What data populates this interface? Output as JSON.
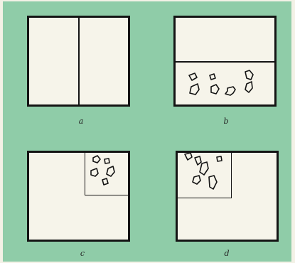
{
  "figure": {
    "background_color": "#8fcca8",
    "panels": [
      {
        "id": "a",
        "label": "a"
      },
      {
        "id": "b",
        "label": "b"
      },
      {
        "id": "c",
        "label": "c"
      },
      {
        "id": "d",
        "label": "d"
      }
    ]
  }
}
